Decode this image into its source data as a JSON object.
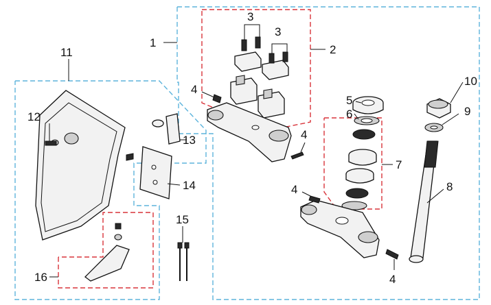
{
  "diagram": {
    "callouts": [
      {
        "id": "c1",
        "text": "1"
      },
      {
        "id": "c2",
        "text": "2"
      },
      {
        "id": "c3a",
        "text": "3"
      },
      {
        "id": "c3b",
        "text": "3"
      },
      {
        "id": "c4a",
        "text": "4"
      },
      {
        "id": "c4b",
        "text": "4"
      },
      {
        "id": "c4c",
        "text": "4"
      },
      {
        "id": "c4d",
        "text": "4"
      },
      {
        "id": "c5",
        "text": "5"
      },
      {
        "id": "c6",
        "text": "6"
      },
      {
        "id": "c7",
        "text": "7"
      },
      {
        "id": "c8",
        "text": "8"
      },
      {
        "id": "c9",
        "text": "9"
      },
      {
        "id": "c10",
        "text": "10"
      },
      {
        "id": "c11",
        "text": "11"
      },
      {
        "id": "c12",
        "text": "12"
      },
      {
        "id": "c13",
        "text": "13"
      },
      {
        "id": "c14",
        "text": "14"
      },
      {
        "id": "c15",
        "text": "15"
      },
      {
        "id": "c16",
        "text": "16"
      }
    ],
    "colors": {
      "group_box_blue": "#5db4dc",
      "subgroup_box_red": "#d9333a",
      "line": "#111111"
    }
  }
}
